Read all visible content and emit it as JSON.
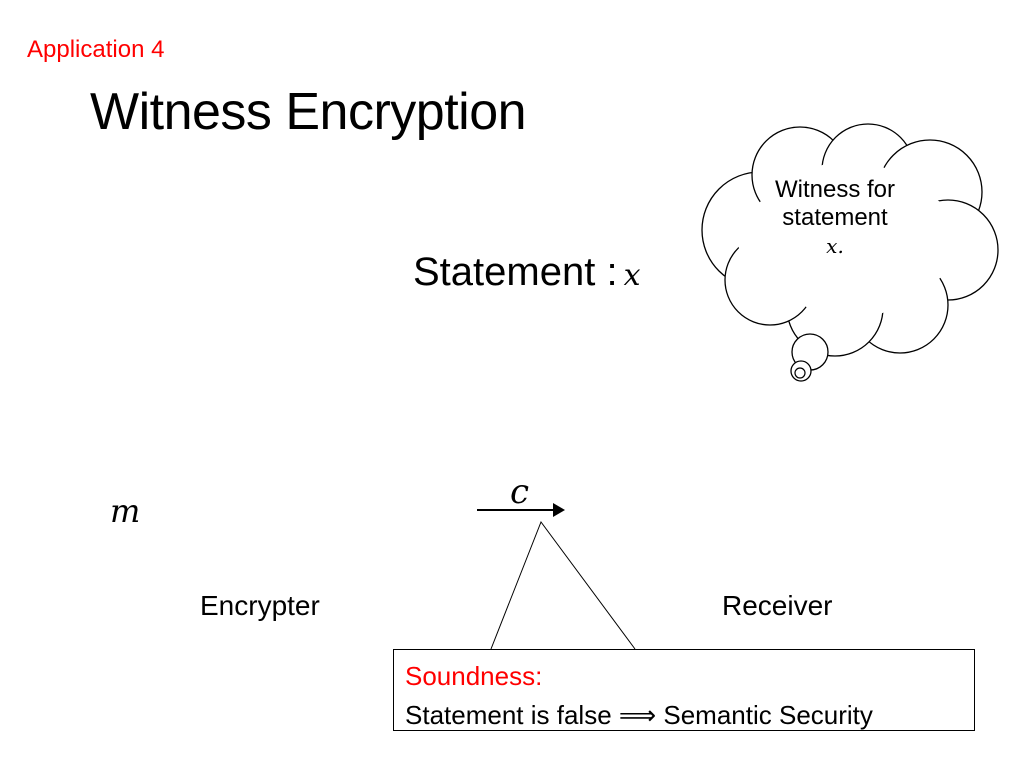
{
  "slide": {
    "subtitle": "Application 4",
    "title": "Witness Encryption"
  },
  "statement": {
    "label": "Statement :",
    "variable": "x"
  },
  "thought_bubble": {
    "line1": "Witness for",
    "line2": "statement",
    "line3": "x."
  },
  "diagram": {
    "message_var": "m",
    "ciphertext_var": "c",
    "encrypter_label": "Encrypter",
    "receiver_label": "Receiver"
  },
  "soundness": {
    "title": "Soundness:",
    "body": "Statement is false ⟹ Semantic Security"
  },
  "colors": {
    "accent": "#ff0000",
    "text": "#000000",
    "background": "#ffffff"
  }
}
